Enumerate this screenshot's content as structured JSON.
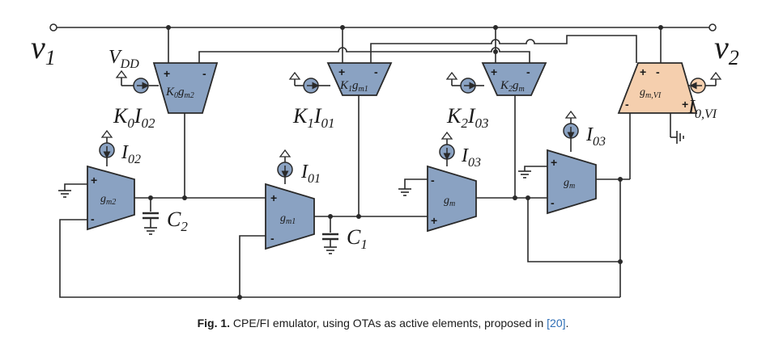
{
  "terminals": {
    "v1": "v",
    "v1_sub": "1",
    "v2": "v",
    "v2_sub": "2"
  },
  "supply": {
    "label": "V",
    "sub": "DD"
  },
  "otas": {
    "k0gm2": {
      "label": "K",
      "sub1": "0",
      "mid": "g",
      "sub2": "m2"
    },
    "k1gm1": {
      "label": "K",
      "sub1": "1",
      "mid": "g",
      "sub2": "m1"
    },
    "k2gm": {
      "label": "K",
      "sub1": "2",
      "mid": "g",
      "sub2": "m"
    },
    "gmvi": {
      "label": "g",
      "sub": "m,VI"
    },
    "gm2": {
      "label": "g",
      "sub": "m2"
    },
    "gm1": {
      "label": "g",
      "sub": "m1"
    },
    "gm_a": {
      "label": "g",
      "sub": "m"
    },
    "gm_b": {
      "label": "g",
      "sub": "m"
    }
  },
  "sources": {
    "k0i02": {
      "a": "K",
      "a_sub": "0",
      "b": "I",
      "b_sub": "02"
    },
    "k1i01": {
      "a": "K",
      "a_sub": "1",
      "b": "I",
      "b_sub": "01"
    },
    "k2i03": {
      "a": "K",
      "a_sub": "2",
      "b": "I",
      "b_sub": "03"
    },
    "i0vi": {
      "a": "I",
      "a_sub": "0,VI"
    },
    "i02": {
      "a": "I",
      "a_sub": "02"
    },
    "i01": {
      "a": "I",
      "a_sub": "01"
    },
    "i03_a": {
      "a": "I",
      "a_sub": "03"
    },
    "i03_b": {
      "a": "I",
      "a_sub": "03"
    }
  },
  "capacitors": {
    "c2": {
      "label": "C",
      "sub": "2"
    },
    "c1": {
      "label": "C",
      "sub": "1"
    }
  },
  "pins": {
    "plus": "+",
    "minus": "-"
  },
  "caption": {
    "fig_label": "Fig. 1.",
    "text": " CPE/FI emulator, using OTAs as active elements, proposed in ",
    "ref": "[20]",
    "end": "."
  }
}
